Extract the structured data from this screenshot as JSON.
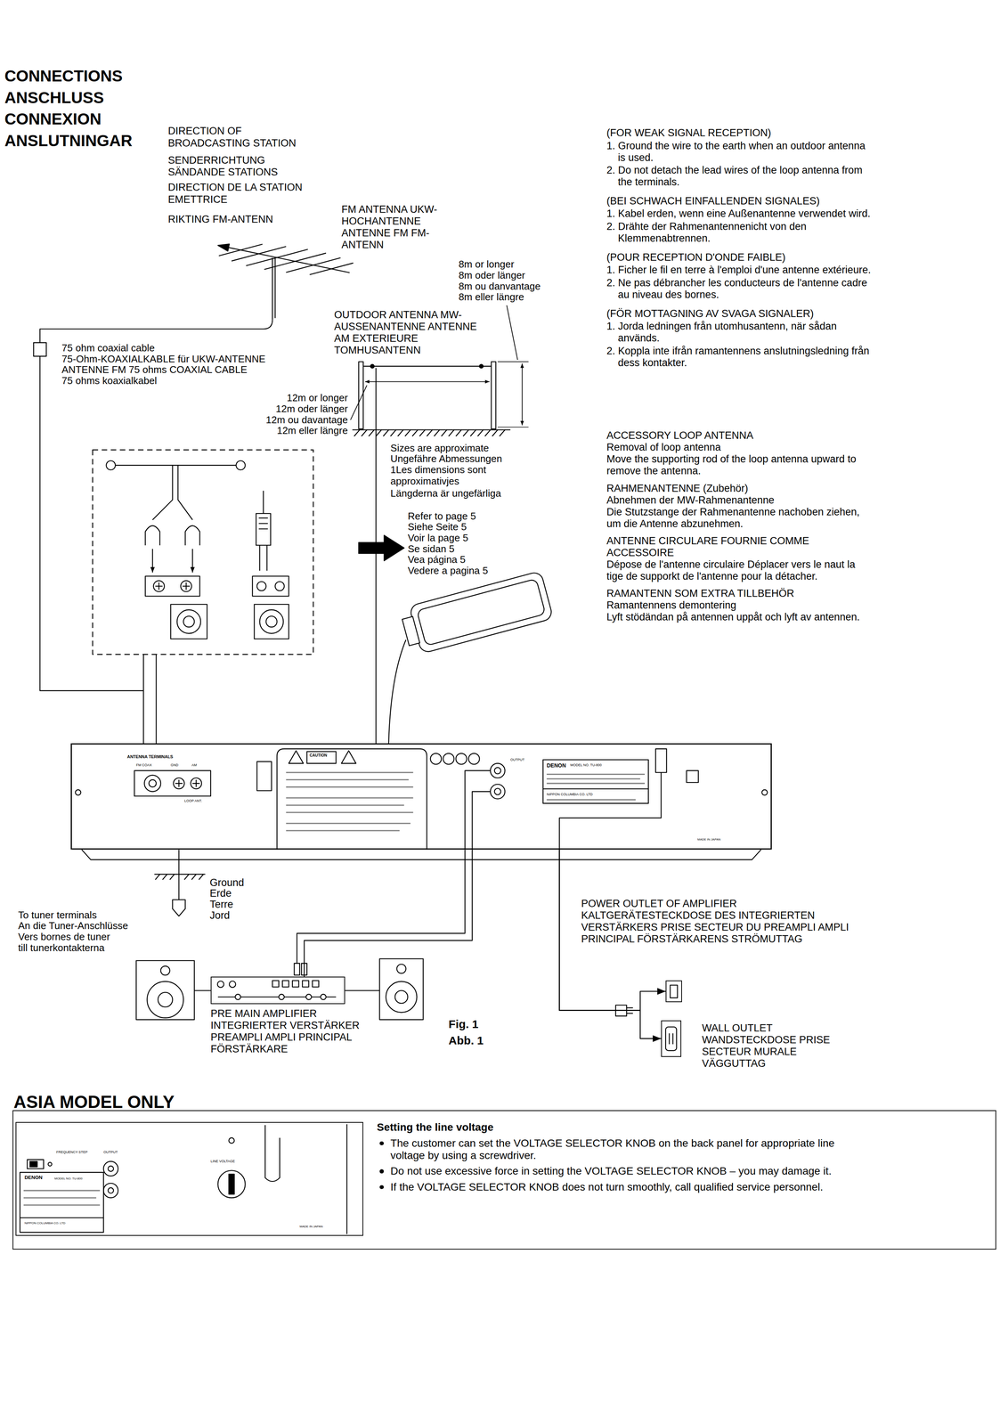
{
  "diagram": {
    "title": "CONNECTIONS ANSCHLUSS CONNEXION ANSLUTNINGAR",
    "nodes": [
      {
        "text": [
          "ANTENNA TERMINALS",
          "FM COAX",
          "GND",
          "AM",
          "LOOP ANT.",
          "CAUTION",
          "OUTPUT",
          "DENON",
          "MODEL NO. TU-800",
          "NIPPON COLUMBIA CO. LTD",
          "MADE IN JAPAN"
        ]
      },
      {
        "text": [
          "PRE MAIN AMPLIFIER INTEGRIERTER VERSTÄRKER PREAMPLI AMPLI PRINCIPAL FÖRSTÄRKARE"
        ]
      },
      {
        "text": [
          "POWER OUTLET OF AMPLIFIER KALTGERÄTESTECKDOSE DES INTEGRIERTEN VERSTÄRKERS PRISE SECTEUR DU PREAMPLI AMPLI PRINCIPAL FÖRSTÄRKARENS STRÖMUTTAG"
        ]
      },
      {
        "text": [
          "WALL OUTLET WANDSTECKDOSE PRISE SECTEUR MURALE VÄGGUTTAG"
        ]
      },
      {
        "text": [
          "Setting the line voltage",
          "The customer can set the VOLTAGE SELECTOR KNOB on the back panel for appropriate line voltage by using a screwdriver.",
          "Do not use excessive force in setting the VOLTAGE SELECTOR KNOB – you may damage it.",
          "If the VOLTAGE SELECTOR KNOB does not turn smoothly, call qualified service personnel."
        ]
      },
      {
        "text": [
          "FREQUENCY STEP",
          "OUTPUT",
          "DENON",
          "MODEL NO. TU-800",
          "NIPPON COLUMBIA CO. LTD",
          "LINE VOLTAGE",
          "MADE IN JAPAN"
        ],
        "in": 4
      }
    ],
    "edges": [
      {
        "from": 0,
        "to": 1,
        "arrow": "none"
      },
      {
        "from": 0,
        "to": 2,
        "arrow": "to"
      },
      {
        "from": 0,
        "to": 3,
        "arrow": "to"
      }
    ],
    "labels": [
      "DIRECTION OF BROADCASTING STATION",
      "SENDERRICHTUNG SÄNDANDE STATIONS",
      "DIRECTION DE LA STATION EMETTRICE",
      "RIKTING FM-ANTENN",
      "FM ANTENNA UKW-HOCHANTENNE ANTENNE FM FM-ANTENN",
      "8m or longer",
      "8m oder länger",
      "8m ou danvantage",
      "8m eller längre",
      "OUTDOOR ANTENNA MW-AUSSENANTENNE ANTENNE AM EXTERIEURE TOMHUSANTENN",
      "75 ohm coaxial cable",
      "75-Ohm-KOAXIALKABLE für UKW-ANTENNE",
      "ANTENNE FM 75 ohms COAXIAL CABLE",
      "75 ohms koaxialkabel",
      "12m or longer",
      "12m oder länger",
      "12m ou davantage",
      "12m eller längre",
      "Sizes are approximate",
      "Ungefähre Abmessungen",
      "1Les dimensions sont approximativjes",
      "Längderna är ungefärliga",
      "Refer to page 5",
      "Siehe Seite 5",
      "Voir la page 5",
      "Se sidan 5",
      "Vea página 5",
      "Vedere a pagina 5",
      "(FOR WEAK SIGNAL RECEPTION)",
      "1. Ground the wire to the earth when an outdoor antenna is used.",
      "2. Do not detach the lead wires of the loop antenna from the terminals.",
      "(BEI SCHWACH EINFALLENDEN SIGNALES)",
      "1. Kabel erden, wenn eine Außenantenne verwendet wird.",
      "2. Drähte der Rahmenantennenicht von den Klemmenabtrennen.",
      "(POUR RECEPTION D'ONDE FAIBLE)",
      "1. Ficher le fil en terre à l'emploi d'une antenne extérieure.",
      "2. Ne pas débrancher les conducteurs de l'antenne cadre au niveau des bornes.",
      "(FÖR MOTTAGNING AV SVAGA SIGNALER)",
      "1. Jorda ledningen från utomhusantenn, när sådan används.",
      "2. Koppla inte ifrån ramantennens anslutningsledning från dess kontakter.",
      "ACCESSORY LOOP ANTENNA",
      "Removal of loop antenna",
      "Move the supporting rod of the loop antenna upward to remove the antenna.",
      "RAHMENANTENNE (Zubehör)",
      "Abnehmen der MW-Rahmenantenne",
      "Die Stutzstange der Rahmenantenne nachoben ziehen, um die Antenne abzunehmen.",
      "ANTENNE CIRCULARE FOURNIE COMME ACCESSOIRE",
      "Dépose de l'antenne circulaire Déplacer vers le naut la tige de supporkt de l'antenne pour la détacher.",
      "RAMANTENN SOM EXTRA TILLBEHÖR",
      "Ramantennens demontering",
      "Lyft stödändan på antennen uppåt och lyft av antennen.",
      "Ground",
      "Erde",
      "Terre",
      "Jord",
      "To tuner terminals",
      "An die Tuner-Anschlüsse",
      "Vers bornes de tuner",
      "till tunerkontakterna",
      "Fig. 1",
      "Abb. 1",
      "ASIA MODEL ONLY"
    ]
  }
}
